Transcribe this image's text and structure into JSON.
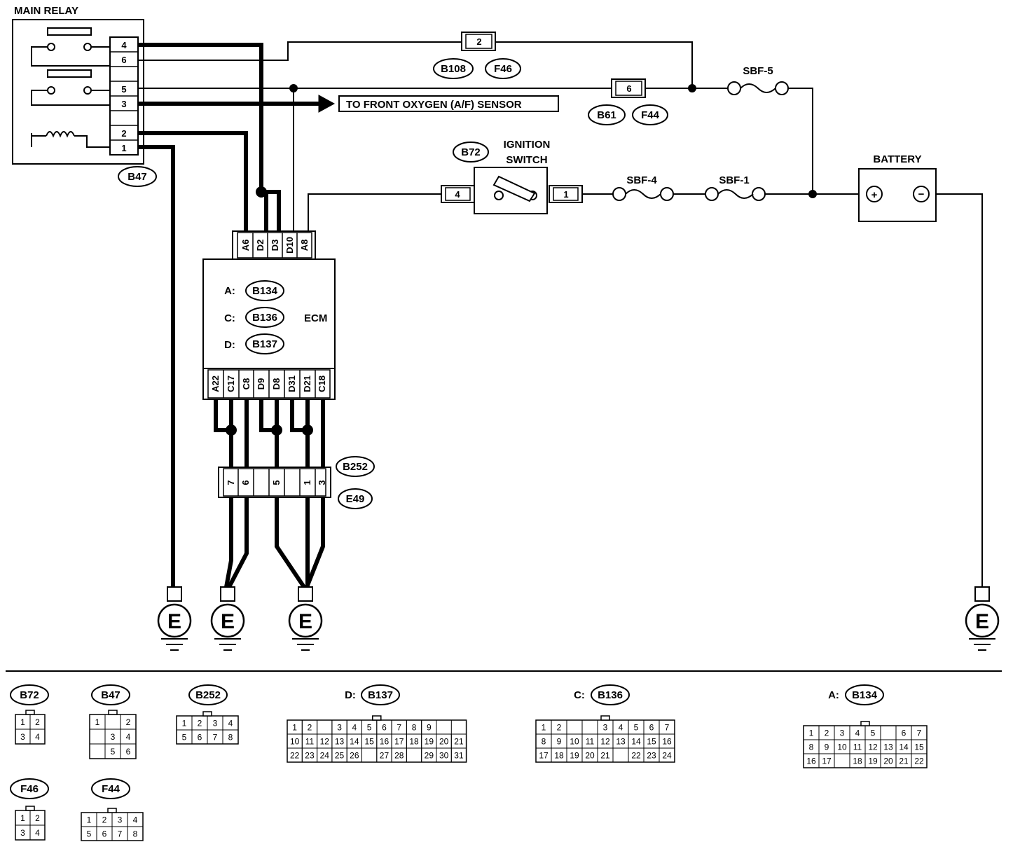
{
  "labels": {
    "main_relay": "MAIN RELAY",
    "to_sensor": "TO FRONT OXYGEN (A/F) SENSOR",
    "ignition": "IGNITION",
    "switch": "SWITCH",
    "battery": "BATTERY",
    "ecm": "ECM",
    "plus": "+",
    "minus": "−",
    "ground": "E"
  },
  "fuses": {
    "sbf5": "SBF-5",
    "sbf4": "SBF-4",
    "sbf1": "SBF-1"
  },
  "connectors": {
    "B47": "B47",
    "B108": "B108",
    "F46": "F46",
    "B61": "B61",
    "F44": "F44",
    "B72": "B72",
    "B252": "B252",
    "E49": "E49",
    "B134": "B134",
    "B136": "B136",
    "B137": "B137"
  },
  "prefixes": {
    "a": "A:",
    "c": "C:",
    "d": "D:"
  },
  "relay_pins": [
    "4",
    "6",
    "",
    "5",
    "3",
    "",
    "2",
    "1"
  ],
  "splice_pins": {
    "top": "2",
    "mid": "6",
    "ign_in": "4",
    "ign_out": "1"
  },
  "ecm_top_pins": [
    "A6",
    "D2",
    "D3",
    "D10",
    "A8"
  ],
  "ecm_bottom_pins": [
    "A22",
    "C17",
    "C8",
    "D9",
    "D8",
    "D31",
    "D21",
    "C18"
  ],
  "b252_pins": [
    "7",
    "6",
    "",
    "5",
    "",
    "1",
    "3"
  ],
  "legend": {
    "B72": {
      "title": "B72",
      "rows": [
        [
          "1",
          "2"
        ],
        [
          "3",
          "4"
        ]
      ]
    },
    "B47": {
      "title": "B47",
      "rows": [
        [
          "1",
          "",
          "2"
        ],
        [
          "",
          "3",
          "4"
        ],
        [
          "",
          "5",
          "6"
        ]
      ]
    },
    "B252": {
      "title": "B252",
      "rows": [
        [
          "1",
          "2",
          "3",
          "4"
        ],
        [
          "5",
          "6",
          "7",
          "8"
        ]
      ]
    },
    "B137": {
      "prefix": "D:",
      "title": "B137",
      "rows": [
        [
          "1",
          "2",
          "",
          "3",
          "4",
          "5",
          "6",
          "7",
          "8",
          "9",
          ""
        ],
        [
          "10",
          "11",
          "12",
          "13",
          "14",
          "15",
          "16",
          "17",
          "18",
          "19",
          "20",
          "21"
        ],
        [
          "22",
          "23",
          "24",
          "25",
          "26",
          "",
          "27",
          "28",
          "",
          "29",
          "30",
          "31"
        ]
      ]
    },
    "B136": {
      "prefix": "C:",
      "title": "B136",
      "rows": [
        [
          "1",
          "2",
          "",
          "",
          "3",
          "4",
          "5",
          "6",
          "7"
        ],
        [
          "8",
          "9",
          "10",
          "11",
          "12",
          "13",
          "14",
          "15",
          "16"
        ],
        [
          "17",
          "18",
          "19",
          "20",
          "21",
          "",
          "22",
          "23",
          "24"
        ]
      ]
    },
    "B134": {
      "prefix": "A:",
      "title": "B134",
      "rows": [
        [
          "1",
          "2",
          "3",
          "4",
          "5",
          "",
          "6",
          "7"
        ],
        [
          "8",
          "9",
          "10",
          "11",
          "12",
          "13",
          "14",
          "15"
        ],
        [
          "16",
          "17",
          "",
          "18",
          "19",
          "20",
          "21",
          "22"
        ]
      ]
    },
    "F46": {
      "title": "F46",
      "rows": [
        [
          "1",
          "2"
        ],
        [
          "3",
          "4"
        ]
      ]
    },
    "F44": {
      "title": "F44",
      "rows": [
        [
          "1",
          "2",
          "3",
          "4"
        ],
        [
          "5",
          "6",
          "7",
          "8"
        ]
      ]
    }
  }
}
